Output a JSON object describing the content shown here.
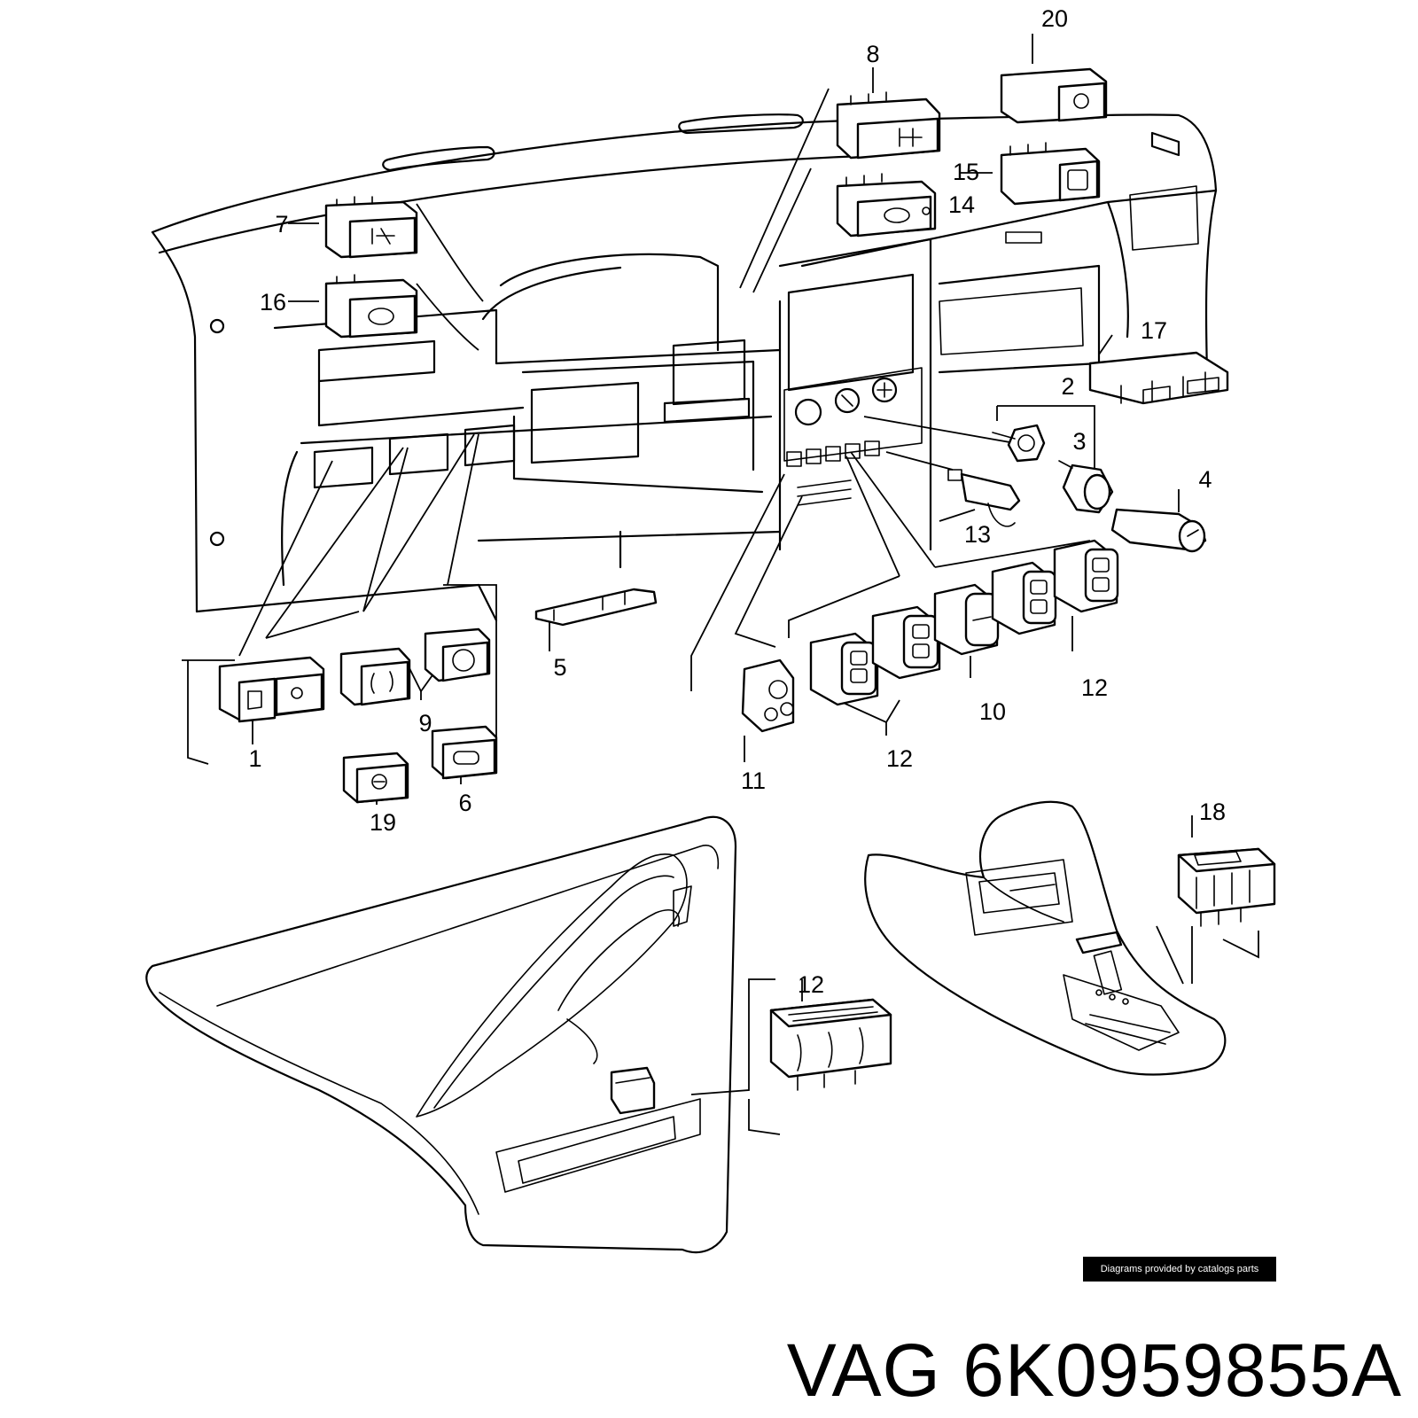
{
  "callouts": [
    {
      "id": "c1",
      "text": "1"
    },
    {
      "id": "c2",
      "text": "2"
    },
    {
      "id": "c3",
      "text": "3"
    },
    {
      "id": "c4",
      "text": "4"
    },
    {
      "id": "c5",
      "text": "5"
    },
    {
      "id": "c6",
      "text": "6"
    },
    {
      "id": "c7",
      "text": "7"
    },
    {
      "id": "c8",
      "text": "8"
    },
    {
      "id": "c9",
      "text": "9"
    },
    {
      "id": "c10",
      "text": "10"
    },
    {
      "id": "c11",
      "text": "11"
    },
    {
      "id": "c12a",
      "text": "12"
    },
    {
      "id": "c12b",
      "text": "12"
    },
    {
      "id": "c12c",
      "text": "12"
    },
    {
      "id": "c13",
      "text": "13"
    },
    {
      "id": "c14",
      "text": "14"
    },
    {
      "id": "c15",
      "text": "15"
    },
    {
      "id": "c16",
      "text": "16"
    },
    {
      "id": "c17",
      "text": "17"
    },
    {
      "id": "c18",
      "text": "18"
    },
    {
      "id": "c19",
      "text": "19"
    },
    {
      "id": "c20",
      "text": "20"
    }
  ],
  "credit": "Diagrams provided by catalogs parts",
  "part_code": "VAG 6K0959855A"
}
